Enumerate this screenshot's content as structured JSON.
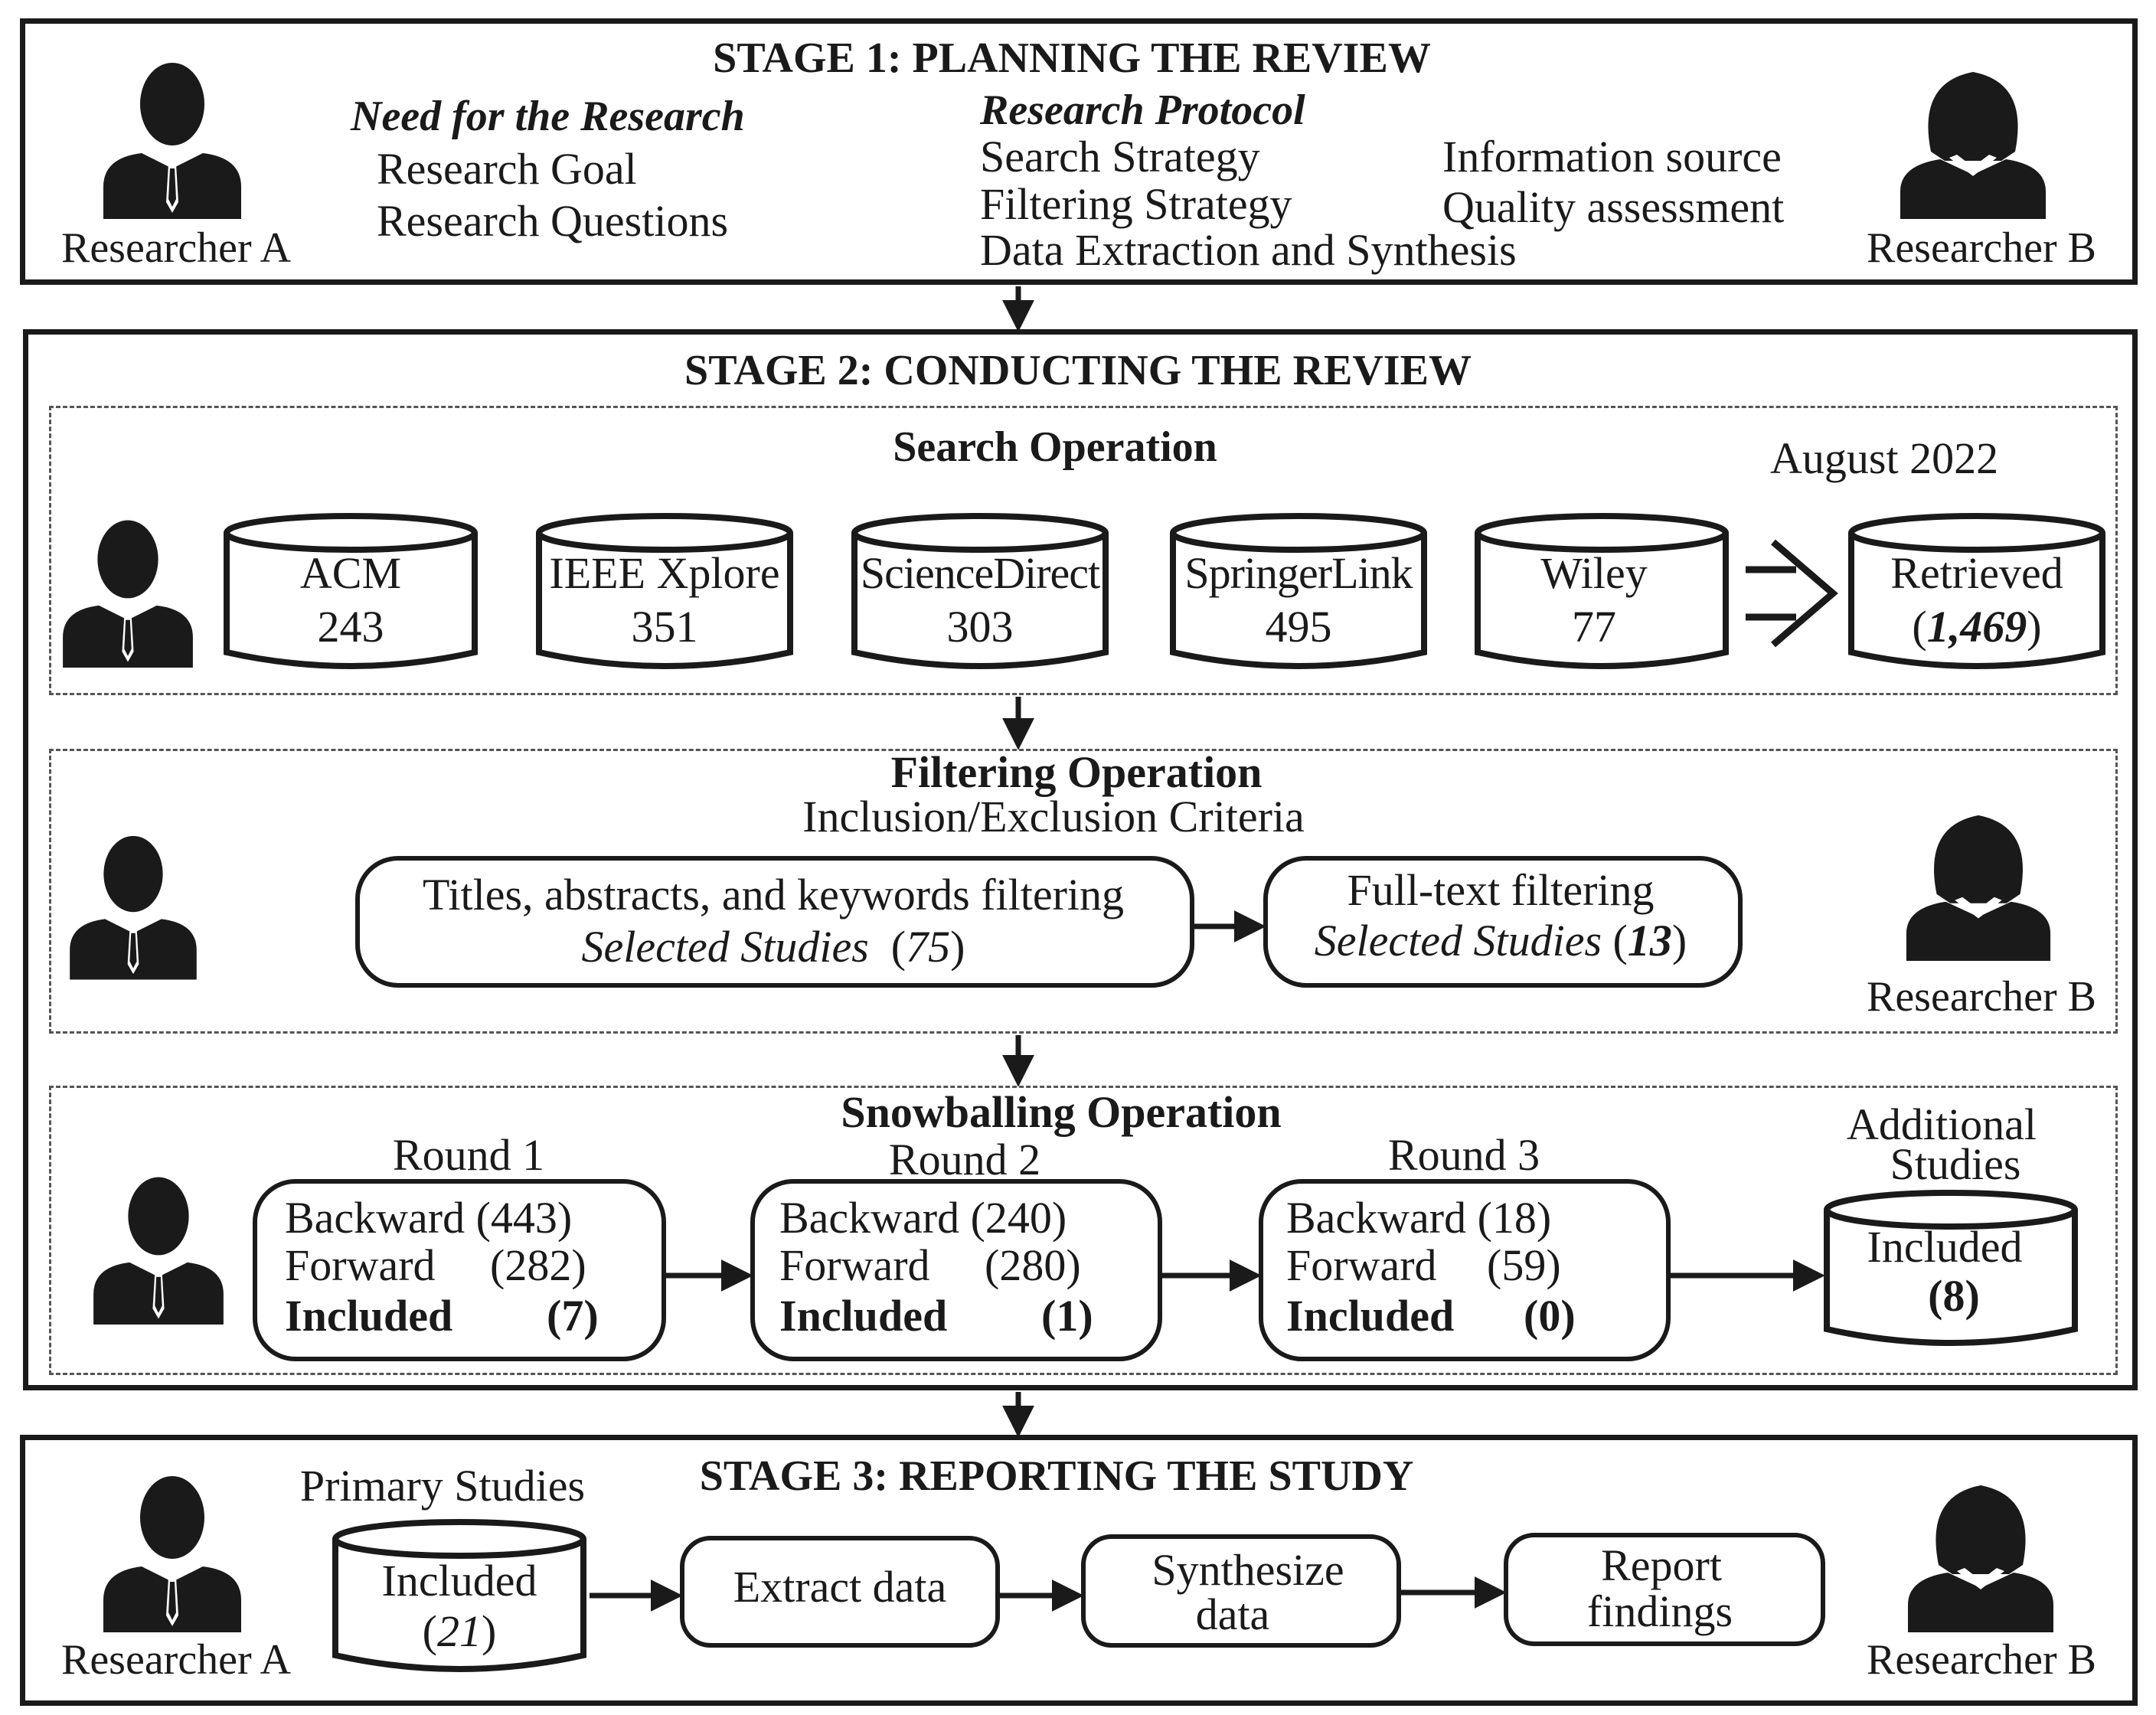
{
  "stage1": {
    "title": "STAGE 1: PLANNING THE REVIEW",
    "need_heading": "Need for the Research",
    "need_items": [
      "Research Goal",
      "Research Questions"
    ],
    "protocol_heading": "Research Protocol",
    "protocol_items": [
      "Search Strategy",
      "Filtering Strategy",
      "Data Extraction and Synthesis",
      "Information source",
      "Quality assessment"
    ],
    "researcher_a": "Researcher A",
    "researcher_b": "Researcher B"
  },
  "stage2": {
    "title": "STAGE 2: CONDUCTING THE REVIEW",
    "search": {
      "title": "Search Operation",
      "date": "August 2022",
      "databases": [
        {
          "name": "ACM",
          "count": "243"
        },
        {
          "name": "IEEE Xplore",
          "count": "351"
        },
        {
          "name": "ScienceDirect",
          "count": "303"
        },
        {
          "name": "SpringerLink",
          "count": "495"
        },
        {
          "name": "Wiley",
          "count": "77"
        }
      ],
      "retrieved_label": "Retrieved",
      "retrieved_count": "1,469"
    },
    "filtering": {
      "title": "Filtering Operation",
      "subtitle": "Inclusion/Exclusion Criteria",
      "step1_label": "Titles, abstracts, and keywords filtering",
      "step1_selected": "Selected Studies",
      "step1_count": "75",
      "step2_label": "Full-text filtering",
      "step2_selected": "Selected Studies",
      "step2_count": "13",
      "researcher": "Researcher B"
    },
    "snowballing": {
      "title": "Snowballing Operation",
      "rounds": [
        {
          "label": "Round 1",
          "backward": "Backward (443)",
          "forward": "Forward",
          "forward_count": "(282)",
          "included": "Included",
          "included_count": "(7)"
        },
        {
          "label": "Round 2",
          "backward": "Backward (240)",
          "forward": "Forward",
          "forward_count": "(280)",
          "included": "Included",
          "included_count": "(1)"
        },
        {
          "label": "Round 3",
          "backward": "Backward (18)",
          "forward": "Forward",
          "forward_count": "(59)",
          "included": "Included",
          "included_count": "(0)"
        }
      ],
      "additional_title_line1": "Additional",
      "additional_title_line2": "Studies",
      "additional_label": "Included",
      "additional_count": "(8)"
    }
  },
  "stage3": {
    "title": "STAGE 3: REPORTING THE STUDY",
    "primary_label": "Primary Studies",
    "included_label": "Included",
    "included_count": "21",
    "steps": [
      {
        "line1": "Extract data",
        "line2": ""
      },
      {
        "line1": "Synthesize",
        "line2": "data"
      },
      {
        "line1": "Report",
        "line2": "findings"
      }
    ],
    "researcher_a": "Researcher A",
    "researcher_b": "Researcher B"
  }
}
